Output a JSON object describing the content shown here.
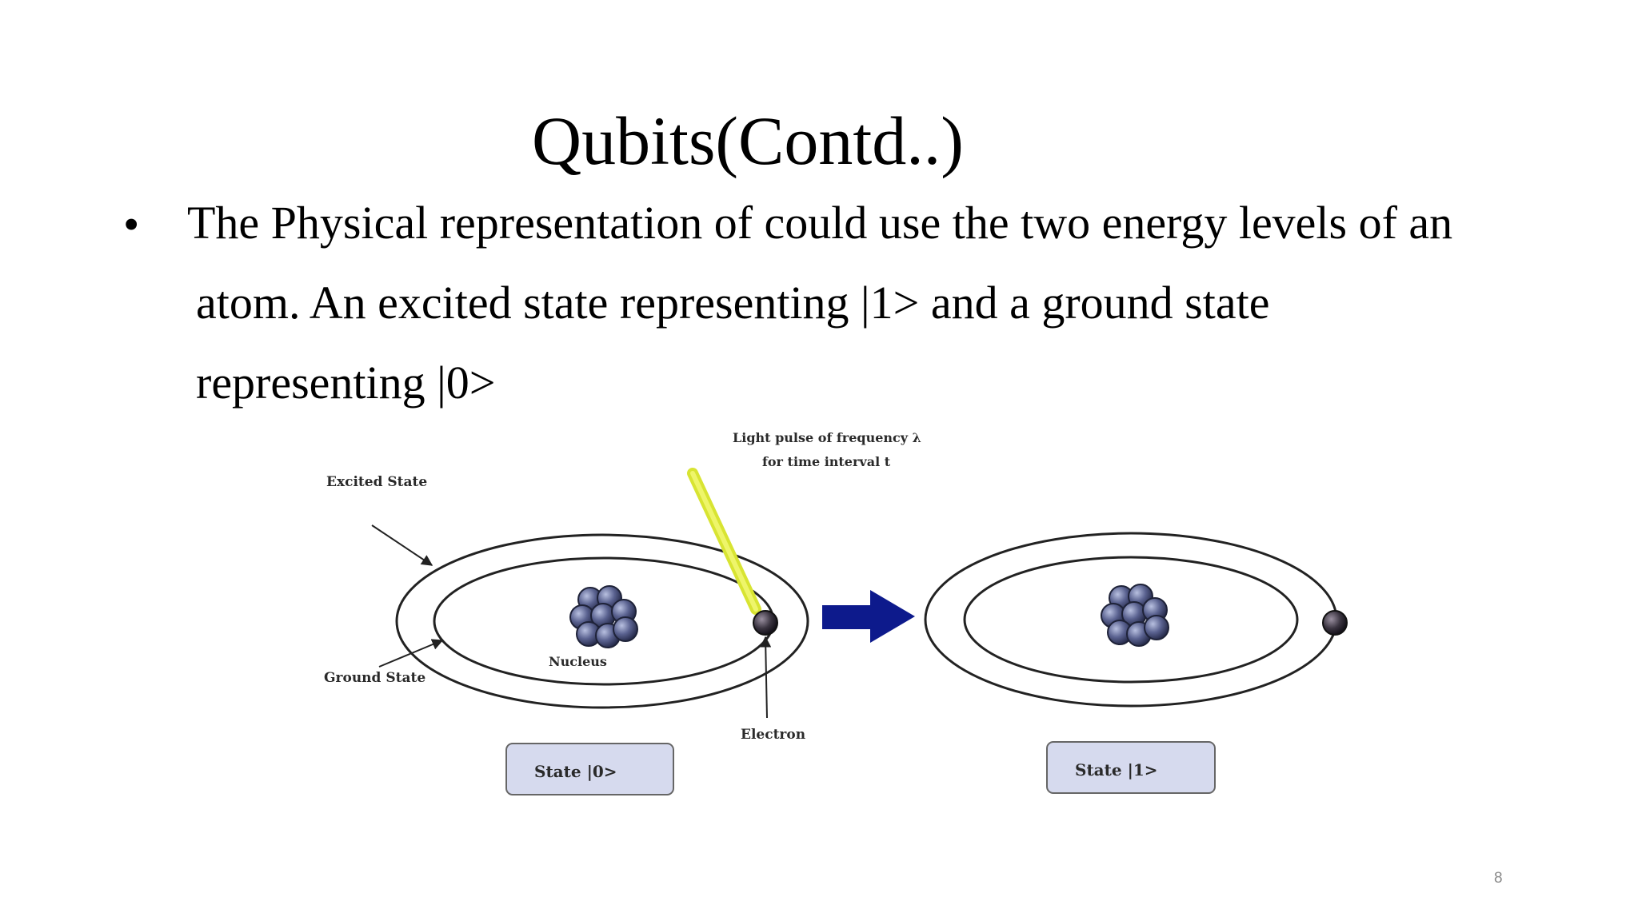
{
  "slide": {
    "title": "Qubits(Contd..)",
    "bullet_symbol": "•",
    "body_lines": [
      "The Physical representation of could use the two energy levels of an",
      "atom. An excited state representing |1> and a ground state",
      "representing |0>"
    ],
    "page_number": "8"
  },
  "diagram": {
    "labels": {
      "light_pulse_line1": "Light pulse of frequency λ",
      "light_pulse_line2": "for time interval t",
      "excited_state": "Excited State",
      "ground_state": "Ground State",
      "nucleus": "Nucleus",
      "electron": "Electron"
    },
    "state_boxes": {
      "left": "State |0>",
      "right": "State |1>"
    },
    "colors": {
      "light_pulse": "#e3ee3c",
      "arrow": "#0d1a8c",
      "state_box_fill": "#d6daee",
      "nucleus_sphere": "#4a5280",
      "electron": "#3a3440"
    }
  }
}
